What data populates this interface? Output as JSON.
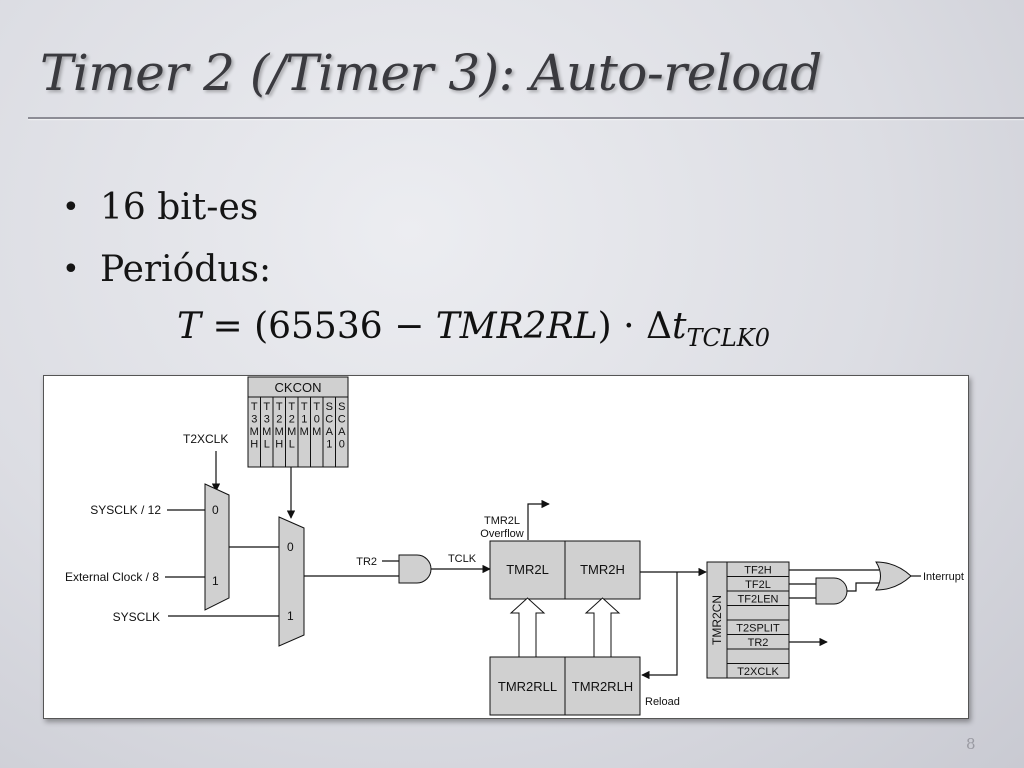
{
  "slide": {
    "title": "Timer 2 (/Timer 3): Auto-reload",
    "bullets": [
      {
        "text": "16 bit-es"
      },
      {
        "text": "Periódus:"
      }
    ],
    "formula": {
      "lhs": "T",
      "eq": "= (65536 −",
      "term": "TMR2RL",
      "close": ") · Δ",
      "var": "t",
      "sub": "TCLK0"
    },
    "page_number": "8"
  },
  "diagram": {
    "ckcon_title": "CKCON",
    "ckcon_bits": [
      "T3MH",
      "T3ML",
      "T2MH",
      "T2ML",
      "T1M",
      "T0M",
      "SCA1",
      "SCA0"
    ],
    "inputs": {
      "t2xclk": "T2XCLK",
      "sysclk12": "SYSCLK / 12",
      "ext_clock": "External Clock / 8",
      "sysclk": "SYSCLK"
    },
    "mux1": {
      "in0": "0",
      "in1": "1"
    },
    "mux2": {
      "in0": "0",
      "in1": "1"
    },
    "tr2": "TR2",
    "tclk": "TCLK",
    "overflow_line1": "TMR2L",
    "overflow_line2": "Overflow",
    "registers": {
      "tmr2l": "TMR2L",
      "tmr2h": "TMR2H",
      "tmr2rll": "TMR2RLL",
      "tmr2rlh": "TMR2RLH"
    },
    "reload": "Reload",
    "tmr2cn_label": "TMR2CN",
    "tmr2cn_bits": [
      "TF2H",
      "TF2L",
      "TF2LEN",
      "",
      "T2SPLIT",
      "TR2",
      "",
      "T2XCLK"
    ],
    "interrupt": "Interrupt"
  }
}
